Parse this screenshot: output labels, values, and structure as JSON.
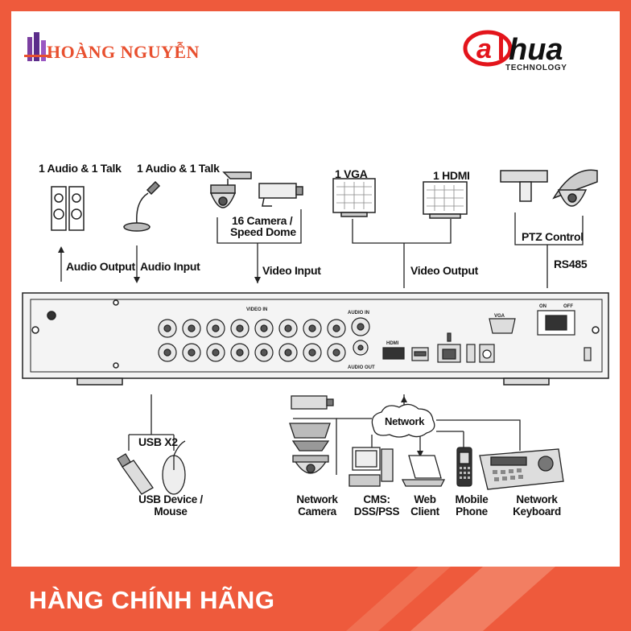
{
  "brand": {
    "name": "HOÀNG NGUYỄN"
  },
  "manufacturer": {
    "logo_text": "alhua",
    "tagline": "TECHNOLOGY",
    "accent_color": "#e3141b"
  },
  "top_devices": {
    "speaker_label": "1 Audio  & 1 Talk",
    "mic_label": "1 Audio & 1 Talk",
    "camera_label_line1": "16  Camera /",
    "camera_label_line2": "Speed Dome",
    "vga_label": "1 VGA",
    "hdmi_label": "1 HDMI",
    "ptz_label": "PTZ Control"
  },
  "connections": {
    "audio_output": "Audio  Output",
    "audio_input": "Audio  Input",
    "video_input": "Video Input",
    "video_output": "Video Output",
    "rs485": "RS485"
  },
  "panel": {
    "video_in": "VIDEO IN",
    "audio_in": "AUDIO IN",
    "audio_out": "AUDIO OUT",
    "hdmi": "HDMI",
    "vga": "VGA",
    "on": "ON",
    "off": "OFF"
  },
  "bottom_devices": {
    "usb_label": "USB X2",
    "usb_device_line1": "USB Device /",
    "usb_device_line2": "Mouse",
    "network_label": "Network",
    "network_camera_line1": "Network",
    "network_camera_line2": "Camera",
    "cms_line1": "CMS:",
    "cms_line2": "DSS/PSS",
    "web_line1": "Web",
    "web_line2": "Client",
    "mobile_line1": "Mobile",
    "mobile_line2": "Phone",
    "keyboard_line1": "Network",
    "keyboard_line2": "Keyboard"
  },
  "footer": {
    "badge": "HÀNG CHÍNH HÃNG",
    "color": "#ee5a3c"
  },
  "icons": [
    "speaker-icon",
    "microphone-icon",
    "speed-dome-icon",
    "box-camera-icon",
    "vga-monitor-icon",
    "hdmi-monitor-icon",
    "ptz-camera-icon",
    "usb-stick-icon",
    "mouse-icon",
    "ip-camera-icon",
    "computer-icon",
    "laptop-icon",
    "mobile-phone-icon",
    "keyboard-controller-icon",
    "cloud-icon"
  ]
}
